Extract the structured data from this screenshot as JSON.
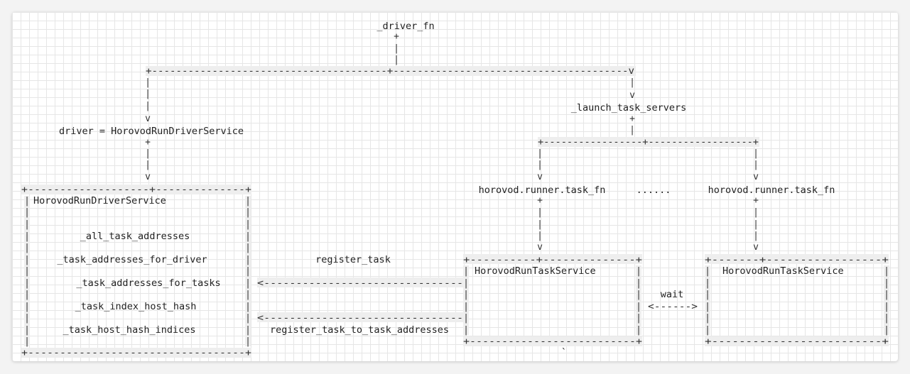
{
  "labels": {
    "driver_fn": "_driver_fn",
    "launch_task_servers": "_launch_task_servers",
    "driver_assign": "driver = HorovodRunDriverService",
    "task_fn_left": "horovod.runner.task_fn",
    "ellipsis": "......",
    "task_fn_right": "horovod.runner.task_fn",
    "driver_box_title": "HorovodRunDriverService",
    "field_all_task_addresses": "_all_task_addresses",
    "field_task_addresses_for_driver": "_task_addresses_for_driver",
    "field_task_addresses_for_tasks": "_task_addresses_for_tasks",
    "field_task_index_host_hash": "_task_index_host_hash",
    "field_task_host_hash_indices": "_task_host_hash_indices",
    "register_task": "register_task",
    "register_task_to_task_addresses": "register_task_to_task_addresses",
    "task_service_left": "HorovodRunTaskService",
    "task_service_right": "HorovodRunTaskService",
    "wait": "wait",
    "backtick": "`"
  },
  "art": {
    "top_bus": "+---------------------------------------+---------------------------------------v",
    "right_bus": "+-----------------+------------------+",
    "driver_box_top": "+-------------------+--------------+",
    "driver_box_bottom": "+----------------------------------+",
    "task_box_left_top": "+----------+--------------+",
    "task_box_left_bottom": "+--------------------------+",
    "task_box_right_top": "+-------+-----------------+",
    "task_box_right_bottom": "+-------------------------+",
    "arrow_register_task": "<-------------------------------",
    "arrow_register_to_addresses": "<-------------------------------",
    "arrow_wait": "<------>",
    "plus": "+",
    "pipe": "|",
    "down": "v"
  }
}
